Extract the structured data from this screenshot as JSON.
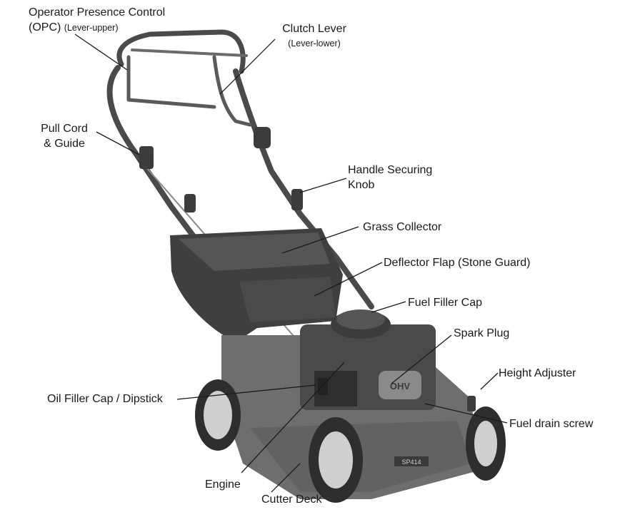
{
  "labels": {
    "opc": {
      "line1": "Operator Presence Control",
      "line2": "(OPC)",
      "sub": "(Lever-upper)"
    },
    "clutch": {
      "line1": "Clutch Lever",
      "sub": "(Lever-lower)"
    },
    "pull_cord": {
      "line1": "Pull Cord",
      "line2": "& Guide"
    },
    "handle_knob": {
      "line1": "Handle Securing",
      "line2": "Knob"
    },
    "grass_collector": "Grass Collector",
    "deflector": "Deflector Flap (Stone Guard)",
    "fuel_cap": "Fuel Filler Cap",
    "spark_plug": "Spark Plug",
    "height_adjuster": "Height Adjuster",
    "oil_cap": "Oil Filler Cap / Dipstick",
    "fuel_drain": "Fuel drain screw",
    "engine": "Engine",
    "cutter_deck": "Cutter Deck"
  },
  "engine_markings": {
    "brand": "OHV",
    "model": "SP414"
  },
  "colors": {
    "body": "#6e6e6e",
    "dark": "#3c3c3c",
    "light": "#a9a9a9",
    "line": "#1a1a1a"
  }
}
